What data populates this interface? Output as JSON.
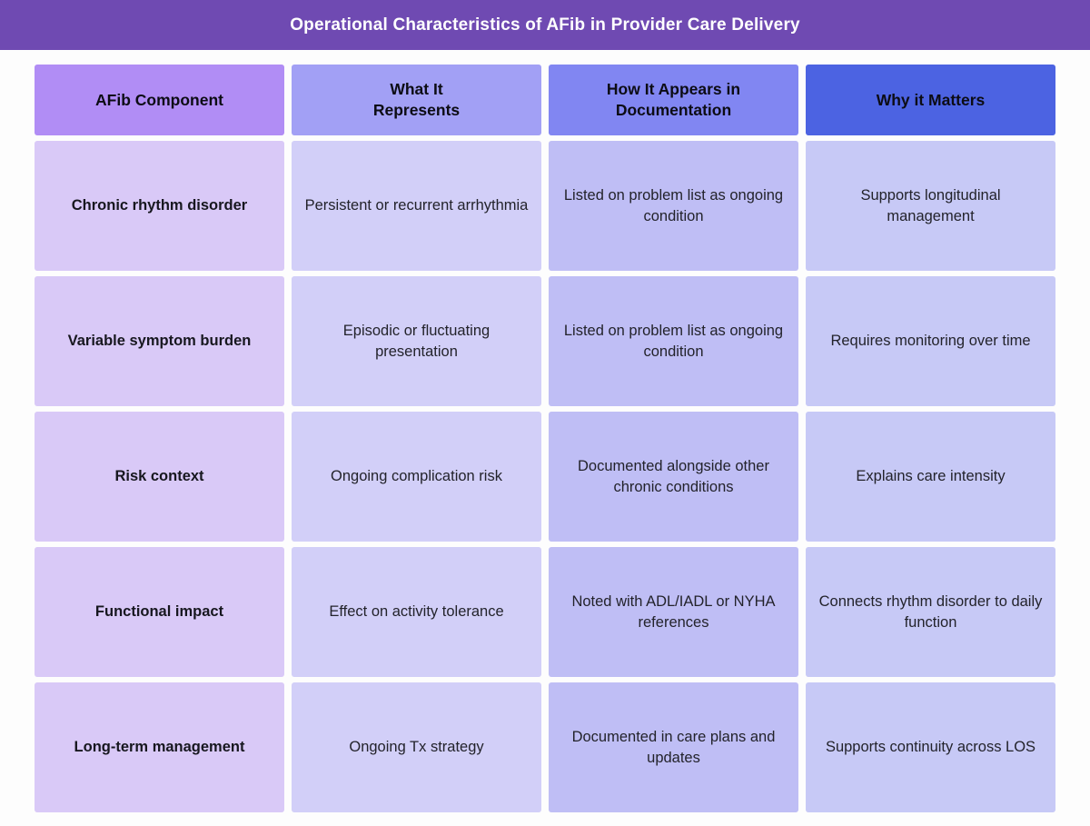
{
  "colors": {
    "page-bg": "#fdfdfd",
    "banner-bg": "#6f4ab2",
    "banner-text": "#ffffff",
    "header-col1-bg": "#b18df5",
    "header-col2-bg": "#a2a0f5",
    "header-col3-bg": "#8186f2",
    "header-col4-bg": "#4c63e2",
    "body-col1-bg": "#d9c9f7",
    "body-col2-bg": "#d2cff8",
    "body-col3-bg": "#bfbef5",
    "body-col4-bg": "#c7c9f6",
    "cell-text": "#23232b"
  },
  "chart_data": {
    "type": "table",
    "title": "Operational Characteristics of AFib in Provider Care Delivery",
    "columns": [
      "AFib Component",
      "What It\nRepresents",
      "How It Appears in\nDocumentation",
      "Why it Matters"
    ],
    "rows": [
      [
        "Chronic rhythm disorder",
        "Persistent or recurrent arrhythmia",
        "Listed on problem list as ongoing condition",
        "Supports longitudinal management"
      ],
      [
        "Variable symptom burden",
        "Episodic or fluctuating presentation",
        "Listed on problem list as ongoing condition",
        "Requires monitoring over time"
      ],
      [
        "Risk context",
        "Ongoing complication risk",
        "Documented alongside other chronic conditions",
        "Explains care intensity"
      ],
      [
        "Functional impact",
        "Effect on activity tolerance",
        "Noted with ADL/IADL or NYHA references",
        "Connects rhythm disorder to daily function"
      ],
      [
        "Long-term management",
        "Ongoing Tx strategy",
        "Documented in care plans and updates",
        "Supports continuity across LOS"
      ]
    ]
  }
}
